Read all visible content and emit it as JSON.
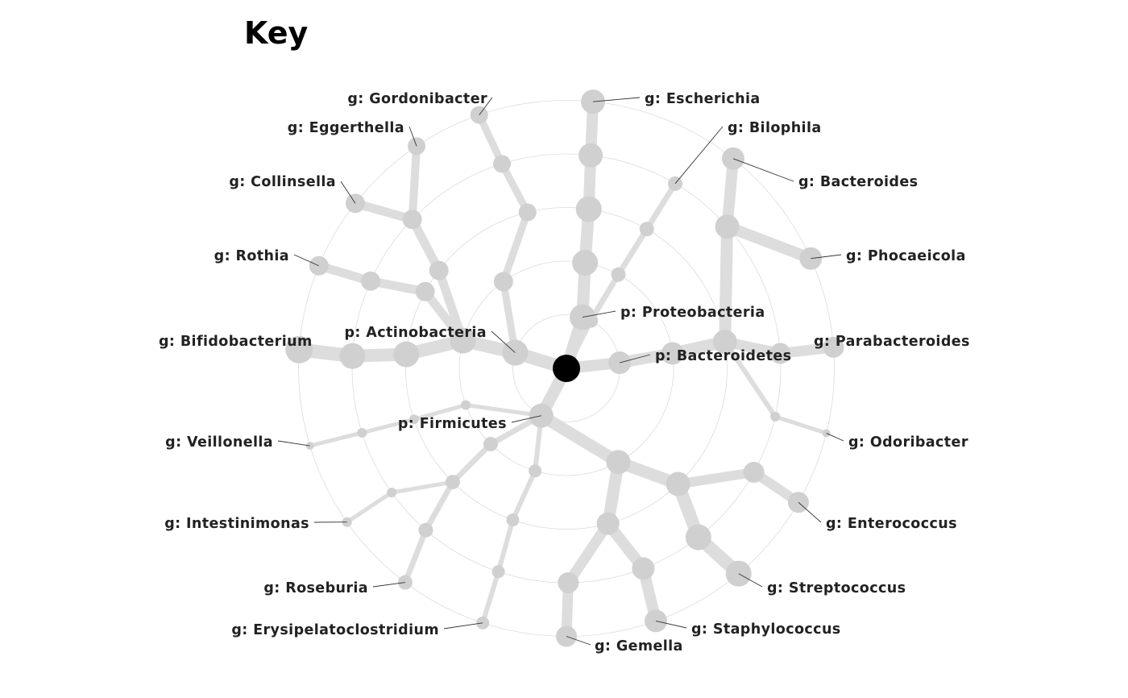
{
  "title": "Key",
  "colors": {
    "edge": "#dddddd",
    "node": "#d0d0d0",
    "root": "#000000",
    "ring": "#dcdcdc",
    "leader": "#333333",
    "label": "#222222",
    "title": "#000000"
  },
  "tree": {
    "rings": 5,
    "nodes": [
      {
        "id": "root",
        "level": 0,
        "angle": 0,
        "size": 17,
        "root": true
      },
      {
        "id": "p_proteo",
        "parent": "root",
        "level": 1,
        "angle": 72.5,
        "size": 16,
        "width": 15,
        "label": "p: Proteobacteria"
      },
      {
        "id": "e1",
        "parent": "p_proteo",
        "level": 2,
        "angle": 80,
        "size": 16,
        "width": 15
      },
      {
        "id": "e2",
        "parent": "e1",
        "level": 3,
        "angle": 82,
        "size": 16,
        "width": 15
      },
      {
        "id": "e3",
        "parent": "e2",
        "level": 4,
        "angle": 83.5,
        "size": 15,
        "width": 14
      },
      {
        "id": "g_escherichia",
        "parent": "e3",
        "level": 5,
        "angle": 84.3,
        "size": 15,
        "width": 14,
        "label": "g: Escherichia"
      },
      {
        "id": "b1",
        "parent": "root",
        "level": 1,
        "angle": 63,
        "size": 9,
        "width": 7
      },
      {
        "id": "b2",
        "parent": "b1",
        "level": 2,
        "angle": 61,
        "size": 9,
        "width": 7
      },
      {
        "id": "b3",
        "parent": "b2",
        "level": 3,
        "angle": 60,
        "size": 9,
        "width": 7
      },
      {
        "id": "g_bilophila",
        "parent": "b3",
        "level": 4,
        "angle": 59.5,
        "size": 9,
        "width": 7,
        "label": "g: Bilophila"
      },
      {
        "id": "p_bacteroid",
        "parent": "root",
        "level": 1,
        "angle": 6,
        "size": 14,
        "width": 14,
        "label": "p: Bacteroidetes"
      },
      {
        "id": "x2",
        "parent": "p_bacteroid",
        "level": 2,
        "angle": 8,
        "size": 14,
        "width": 14
      },
      {
        "id": "x3",
        "parent": "x2",
        "level": 3,
        "angle": 9.5,
        "size": 15,
        "width": 15
      },
      {
        "id": "bd4",
        "parent": "x3",
        "level": 4,
        "angle": 41.4,
        "size": 15,
        "width": 15
      },
      {
        "id": "g_bacteroides",
        "parent": "bd4",
        "level": 5,
        "angle": 51.5,
        "size": 14,
        "width": 14,
        "label": "g: Bacteroides"
      },
      {
        "id": "g_phocaeicola",
        "parent": "bd4",
        "level": 5,
        "angle": 24.2,
        "size": 14,
        "width": 14,
        "label": "g: Phocaeicola"
      },
      {
        "id": "pa4",
        "parent": "x3",
        "level": 4,
        "angle": 4,
        "size": 13,
        "width": 13
      },
      {
        "id": "g_parabacteroides",
        "parent": "pa4",
        "level": 5,
        "angle": 4.5,
        "size": 13,
        "width": 13,
        "label": "g: Parabacteroides"
      },
      {
        "id": "od4",
        "parent": "x3",
        "level": 4,
        "angle": -13,
        "size": 6,
        "width": 6
      },
      {
        "id": "g_odoribacter",
        "parent": "od4",
        "level": 5,
        "angle": -14,
        "size": 5,
        "width": 5,
        "label": "g: Odoribacter"
      },
      {
        "id": "p_actino",
        "parent": "root",
        "level": 1,
        "angle": 163,
        "size": 16,
        "width": 16,
        "label": "p: Actinobacteria"
      },
      {
        "id": "ga2",
        "parent": "p_actino",
        "level": 2,
        "angle": 126,
        "size": 12,
        "width": 9
      },
      {
        "id": "ga3",
        "parent": "ga2",
        "level": 3,
        "angle": 104,
        "size": 11,
        "width": 9
      },
      {
        "id": "ga4",
        "parent": "ga3",
        "level": 4,
        "angle": 107.5,
        "size": 11,
        "width": 9
      },
      {
        "id": "g_gordonibacter",
        "parent": "ga4",
        "level": 5,
        "angle": 109,
        "size": 11,
        "width": 9,
        "label": "g: Gordonibacter"
      },
      {
        "id": "a2",
        "parent": "p_actino",
        "level": 2,
        "angle": 165,
        "size": 16,
        "width": 16
      },
      {
        "id": "eg3",
        "parent": "a2",
        "level": 3,
        "angle": 142.5,
        "size": 12,
        "width": 11
      },
      {
        "id": "eg4",
        "parent": "eg3",
        "level": 4,
        "angle": 136,
        "size": 12,
        "width": 11
      },
      {
        "id": "g_eggerthella",
        "parent": "eg4",
        "level": 5,
        "angle": 124,
        "size": 11,
        "width": 10,
        "label": "g: Eggerthella"
      },
      {
        "id": "g_collinsella",
        "parent": "eg4",
        "level": 5,
        "angle": 142,
        "size": 12,
        "width": 11,
        "label": "g: Collinsella"
      },
      {
        "id": "ro3",
        "parent": "a2",
        "level": 3,
        "angle": 151.5,
        "size": 12,
        "width": 11
      },
      {
        "id": "ro4",
        "parent": "ro3",
        "level": 4,
        "angle": 156,
        "size": 12,
        "width": 11
      },
      {
        "id": "g_rothia",
        "parent": "ro4",
        "level": 5,
        "angle": 157.5,
        "size": 12,
        "width": 11,
        "label": "g: Rothia"
      },
      {
        "id": "bi3",
        "parent": "a2",
        "level": 3,
        "angle": 175,
        "size": 16,
        "width": 16
      },
      {
        "id": "bi4",
        "parent": "bi3",
        "level": 4,
        "angle": 176.7,
        "size": 16,
        "width": 16
      },
      {
        "id": "g_bifidobacterium",
        "parent": "bi4",
        "level": 5,
        "angle": 176,
        "size": 17,
        "width": 17,
        "label": "g: Bifidobacterium"
      },
      {
        "id": "p_firmic",
        "parent": "root",
        "level": 1,
        "angle": 242,
        "size": 15,
        "width": 15,
        "label": "p: Firmicutes"
      },
      {
        "id": "v2",
        "parent": "p_firmic",
        "level": 2,
        "angle": 200,
        "size": 6,
        "width": 5
      },
      {
        "id": "v3",
        "parent": "v2",
        "level": 3,
        "angle": 198.5,
        "size": 6,
        "width": 5
      },
      {
        "id": "v4",
        "parent": "v3",
        "level": 4,
        "angle": 197.5,
        "size": 6,
        "width": 5
      },
      {
        "id": "g_veillonella",
        "parent": "v4",
        "level": 5,
        "angle": 196.8,
        "size": 5,
        "width": 5,
        "label": "g: Veillonella"
      },
      {
        "id": "f2a",
        "parent": "p_firmic",
        "level": 2,
        "angle": 225,
        "size": 9,
        "width": 7
      },
      {
        "id": "ir3",
        "parent": "f2a",
        "level": 3,
        "angle": 225,
        "size": 9,
        "width": 7
      },
      {
        "id": "in4",
        "parent": "ir3",
        "level": 4,
        "angle": 215.4,
        "size": 6,
        "width": 5
      },
      {
        "id": "g_intestinimonas",
        "parent": "in4",
        "level": 5,
        "angle": 215,
        "size": 6,
        "width": 5,
        "label": "g: Intestinimonas"
      },
      {
        "id": "ros4",
        "parent": "ir3",
        "level": 4,
        "angle": 229,
        "size": 9,
        "width": 7
      },
      {
        "id": "g_roseburia",
        "parent": "ros4",
        "level": 5,
        "angle": 233,
        "size": 9,
        "width": 7,
        "label": "g: Roseburia"
      },
      {
        "id": "er2",
        "parent": "p_firmic",
        "level": 2,
        "angle": 253,
        "size": 8,
        "width": 6
      },
      {
        "id": "er3",
        "parent": "er2",
        "level": 3,
        "angle": 250.5,
        "size": 8,
        "width": 6
      },
      {
        "id": "er4",
        "parent": "er3",
        "level": 4,
        "angle": 251.5,
        "size": 8,
        "width": 6
      },
      {
        "id": "g_erysipelatoclostridium",
        "parent": "er4",
        "level": 5,
        "angle": 251.8,
        "size": 8,
        "width": 6,
        "label": "g: Erysipelatoclostridium"
      },
      {
        "id": "c2",
        "parent": "p_firmic",
        "level": 2,
        "angle": 299,
        "size": 15,
        "width": 15
      },
      {
        "id": "bc3",
        "parent": "c2",
        "level": 3,
        "angle": 314,
        "size": 15,
        "width": 15
      },
      {
        "id": "ent4",
        "parent": "bc3",
        "level": 4,
        "angle": 331,
        "size": 13,
        "width": 12
      },
      {
        "id": "g_enterococcus",
        "parent": "ent4",
        "level": 5,
        "angle": 330,
        "size": 13,
        "width": 12,
        "label": "g: Enterococcus"
      },
      {
        "id": "str4",
        "parent": "bc3",
        "level": 4,
        "angle": 308,
        "size": 16,
        "width": 16
      },
      {
        "id": "g_streptococcus",
        "parent": "str4",
        "level": 5,
        "angle": 310,
        "size": 16,
        "width": 16,
        "label": "g: Streptococcus"
      },
      {
        "id": "gs3",
        "parent": "c2",
        "level": 3,
        "angle": 285,
        "size": 14,
        "width": 15
      },
      {
        "id": "sta4",
        "parent": "gs3",
        "level": 4,
        "angle": 291,
        "size": 14,
        "width": 14
      },
      {
        "id": "g_staphylococcus",
        "parent": "sta4",
        "level": 5,
        "angle": 289.5,
        "size": 14,
        "width": 14,
        "label": "g: Staphylococcus"
      },
      {
        "id": "gem4",
        "parent": "gs3",
        "level": 4,
        "angle": 270.5,
        "size": 13,
        "width": 13
      },
      {
        "id": "g_gemella",
        "parent": "gem4",
        "level": 5,
        "angle": 270,
        "size": 13,
        "width": 13,
        "label": "g: Gemella"
      }
    ]
  }
}
